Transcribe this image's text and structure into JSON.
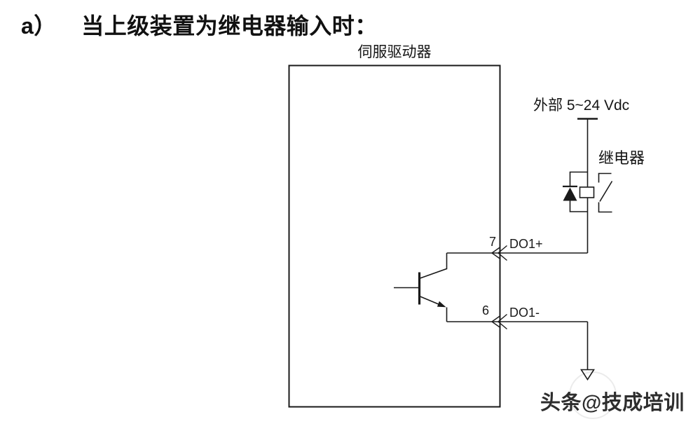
{
  "ink_color": "#1a1a1a",
  "background_color": "#ffffff",
  "title": {
    "marker": "a）",
    "text": "当上级装置为继电器输入时："
  },
  "diagram": {
    "driver_label": "伺服驱动器",
    "external_supply_label": "外部 5~24 Vdc",
    "relay_label": "继电器",
    "terminals": [
      {
        "pin": "7",
        "signal": "DO1+"
      },
      {
        "pin": "6",
        "signal": "DO1-"
      }
    ],
    "icons": [
      "power-rail-icon",
      "flyback-diode-icon",
      "relay-coil-icon",
      "relay-contact-icon",
      "npn-transistor-icon",
      "terminal-chevron-icon",
      "ground-arrow-icon"
    ]
  },
  "watermark": {
    "text": "头条@技成培训"
  }
}
